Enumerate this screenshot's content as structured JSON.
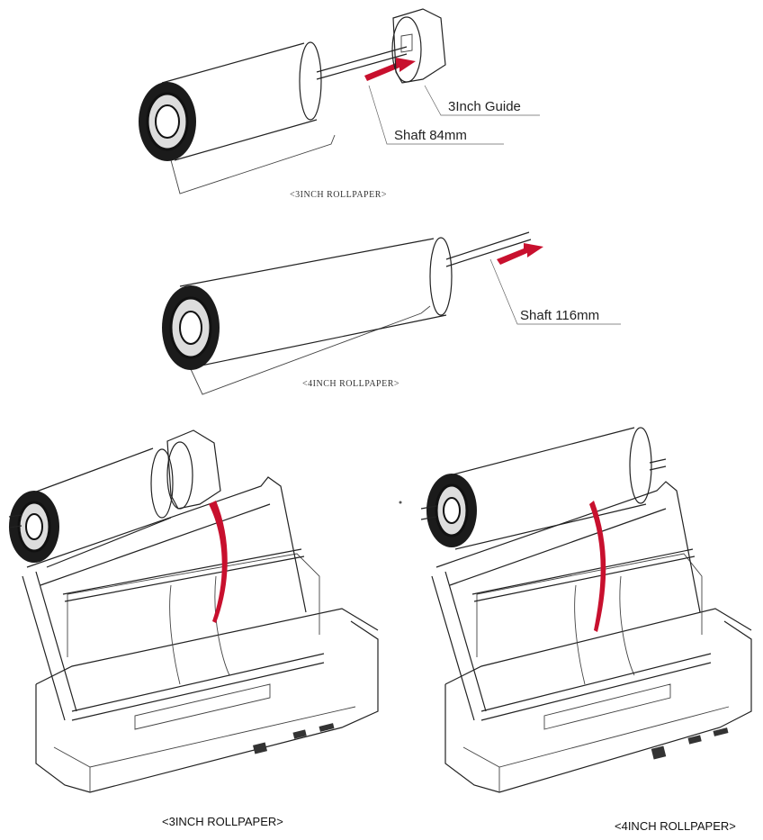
{
  "top_figure": {
    "guide_label": "3Inch Guide",
    "shaft_label": "Shaft 84mm",
    "caption": "<3INCH ROLLPAPER>"
  },
  "middle_figure": {
    "shaft_label": "Shaft 116mm",
    "caption": "<4INCH ROLLPAPER>"
  },
  "bottom_left_figure": {
    "caption": "<3INCH ROLLPAPER>"
  },
  "bottom_right_figure": {
    "caption": "<4INCH ROLLPAPER>"
  },
  "colors": {
    "arrow_red": "#c8102e",
    "line": "#222222"
  }
}
